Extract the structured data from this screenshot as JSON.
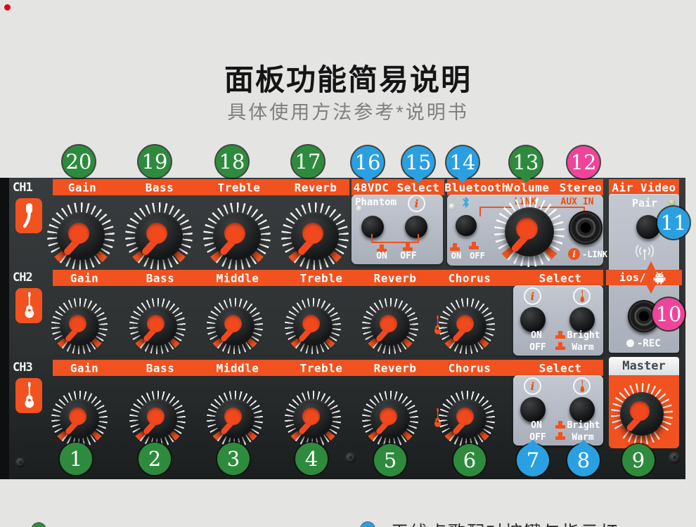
{
  "header": {
    "title": "面板功能简易说明",
    "subtitle": "具体使用方法参考*说明书"
  },
  "colors": {
    "accent_orange": "#f1521f",
    "badge_green": "#2e8b3d",
    "badge_blue": "#2aa0e2",
    "badge_pink": "#f0439a",
    "panel_dark": "#2d3132",
    "subpanel_gray": "#b7bdc7"
  },
  "ch1": {
    "label": "CH1",
    "cols": [
      "Gain",
      "Bass",
      "Treble",
      "Reverb"
    ]
  },
  "phantom": {
    "header_left": "48VDC",
    "header_right": "Select",
    "label": "Phantom",
    "i": "i",
    "on": "ON",
    "off": "OFF"
  },
  "bt": {
    "header": [
      "Bluetooth",
      "Volume",
      "Stereo"
    ],
    "link": "LINK",
    "aux": "AUX IN",
    "on": "ON",
    "off": "OFF",
    "ilink_i": "i",
    "ilink": "-LINK"
  },
  "air": {
    "header": "Air Video",
    "pair": "Pair",
    "ios": "ios/",
    "rec": "-REC"
  },
  "ch2": {
    "label": "CH2",
    "cols": [
      "Gain",
      "Bass",
      "Middle",
      "Treble",
      "Reverb",
      "Chorus",
      "Select"
    ],
    "i": "i",
    "on": "ON",
    "off": "OFF",
    "bright": "Bright",
    "warm": "Warm"
  },
  "ch3": {
    "label": "CH3",
    "cols": [
      "Gain",
      "Bass",
      "Middle",
      "Treble",
      "Reverb",
      "Chorus",
      "Select"
    ],
    "i": "i",
    "on": "ON",
    "off": "OFF",
    "bright": "Bright",
    "warm": "Warm",
    "master": "Master"
  },
  "callouts": {
    "top": [
      {
        "n": "20",
        "color": "green"
      },
      {
        "n": "19",
        "color": "green"
      },
      {
        "n": "18",
        "color": "green"
      },
      {
        "n": "17",
        "color": "green"
      },
      {
        "n": "16",
        "color": "blue"
      },
      {
        "n": "15",
        "color": "blue"
      },
      {
        "n": "14",
        "color": "blue"
      },
      {
        "n": "13",
        "color": "green"
      },
      {
        "n": "12",
        "color": "pink"
      }
    ],
    "side": [
      {
        "n": "11",
        "color": "blue"
      },
      {
        "n": "10",
        "color": "pink"
      }
    ],
    "bottom": [
      {
        "n": "1",
        "color": "green"
      },
      {
        "n": "2",
        "color": "green"
      },
      {
        "n": "3",
        "color": "green"
      },
      {
        "n": "4",
        "color": "green"
      },
      {
        "n": "5",
        "color": "green"
      },
      {
        "n": "6",
        "color": "green"
      },
      {
        "n": "7",
        "color": "blue"
      },
      {
        "n": "8",
        "color": "blue"
      },
      {
        "n": "9",
        "color": "green"
      }
    ]
  },
  "legend": {
    "items": [
      {
        "text": ""
      },
      {
        "text": "无线点歌配对按键与指示灯"
      }
    ]
  }
}
